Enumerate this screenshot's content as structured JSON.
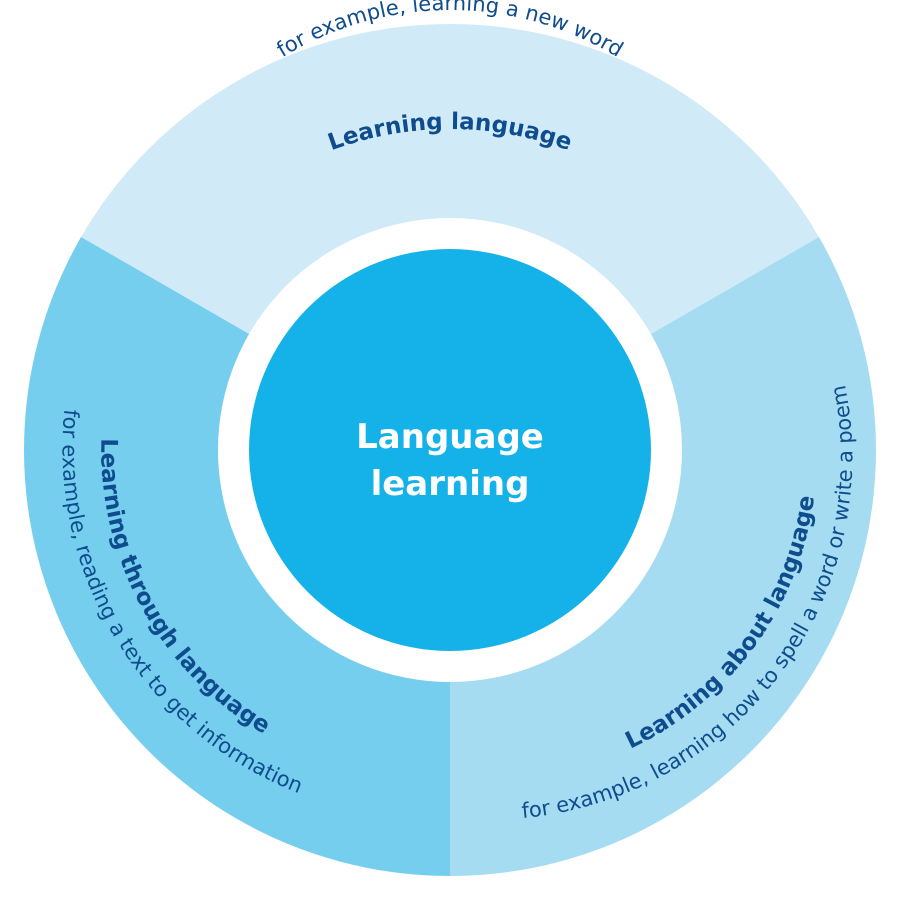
{
  "center": {
    "line1": "Language",
    "line2": "learning",
    "color": "#14B2E8",
    "text_color": "#FFFFFF"
  },
  "text_color": "#0E4C8E",
  "gap_color": "#FFFFFF",
  "segments": [
    {
      "id": "top",
      "title": "Learning language",
      "subtitle": "for example, learning a new word",
      "color": "#D0EBF7"
    },
    {
      "id": "left",
      "title": "Learning through language",
      "subtitle": "for example, reading a text to get information",
      "color": "#76CEEE"
    },
    {
      "id": "right",
      "title": "Learning about language",
      "subtitle": "for example, learning how to spell a word or write a poem",
      "color": "#A5DCF1"
    }
  ]
}
